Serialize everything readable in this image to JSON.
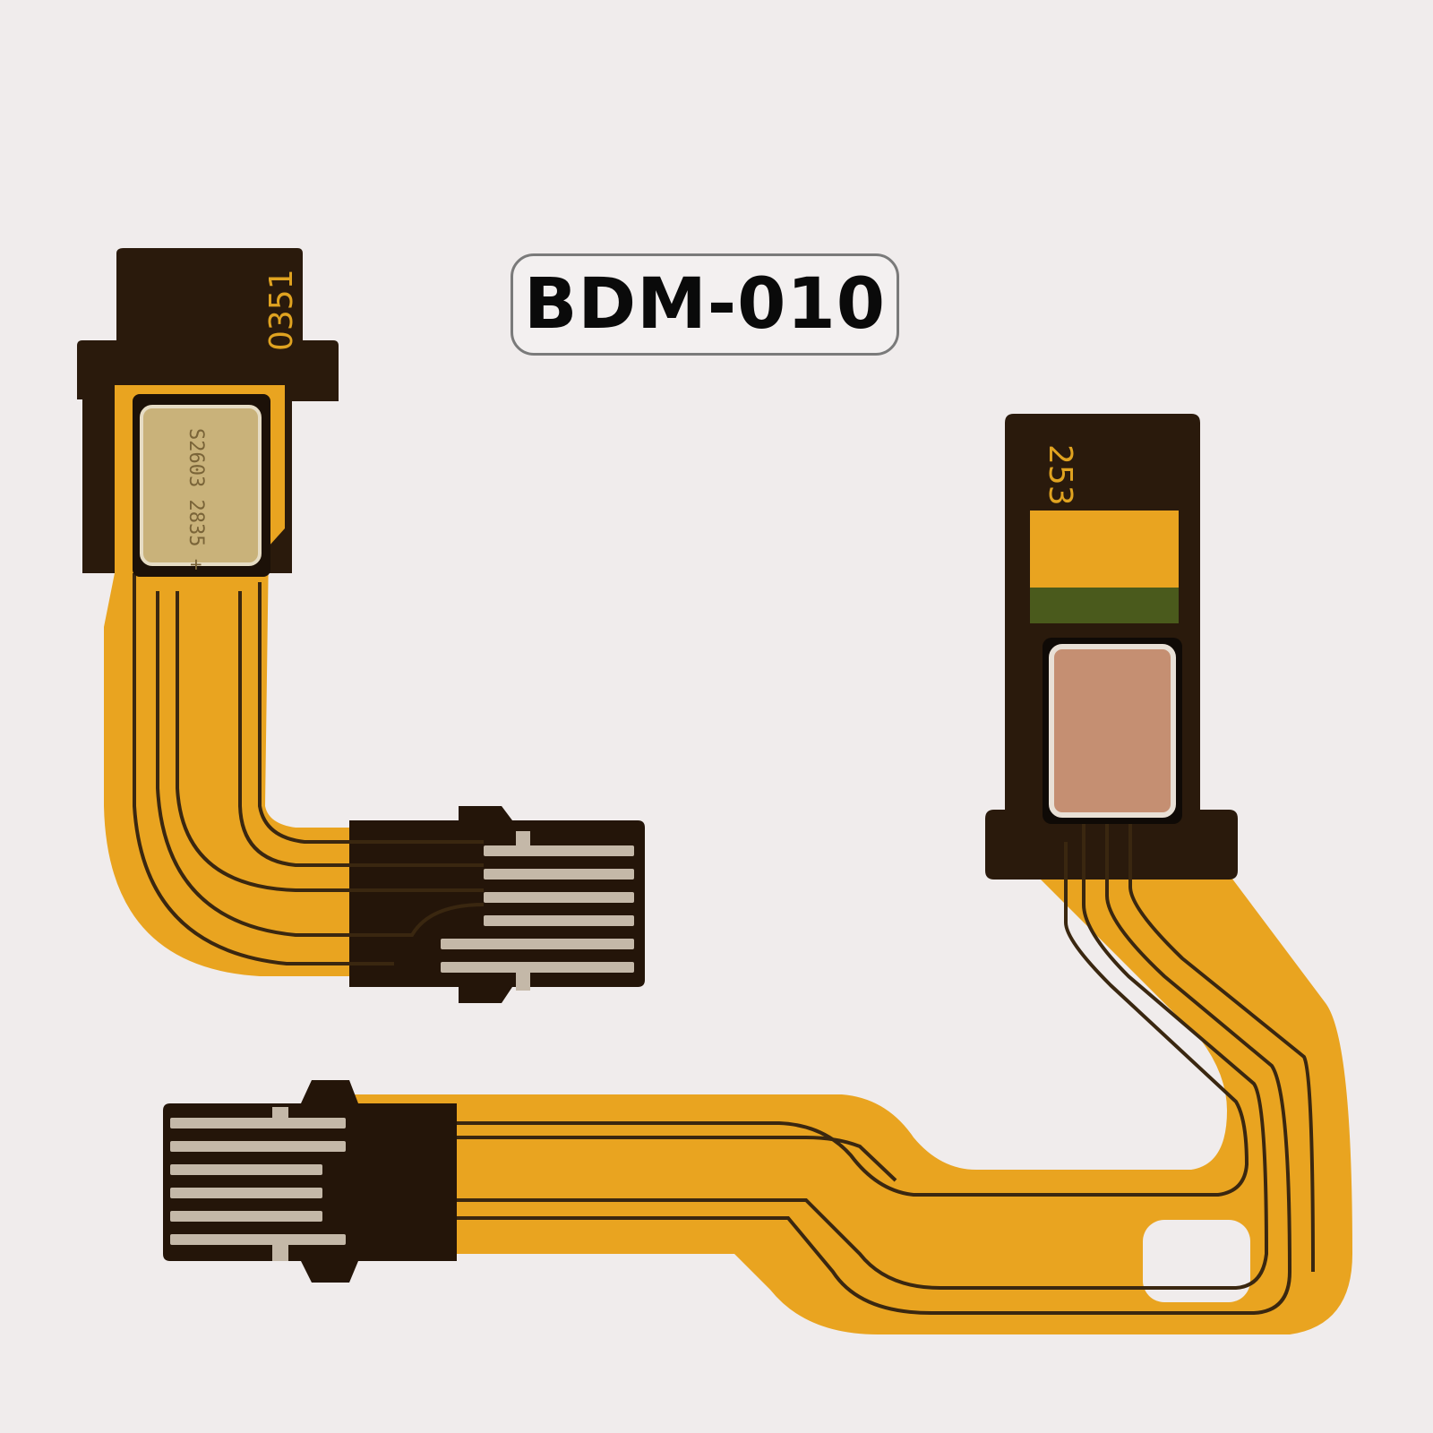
{
  "product_label": "BDM-010",
  "left_cable": {
    "part_code": "0351",
    "mic_marking": "S2603 2835 +"
  },
  "right_cable": {
    "part_code": "253"
  },
  "colors": {
    "background": "#f0ecec",
    "flex_amber": "#e9a420",
    "flex_dark": "#2a1a0c",
    "trace": "#3a2710",
    "contact": "#c4b8a8",
    "mic_left": "#c9b27a",
    "mic_right": "#c58f72"
  }
}
